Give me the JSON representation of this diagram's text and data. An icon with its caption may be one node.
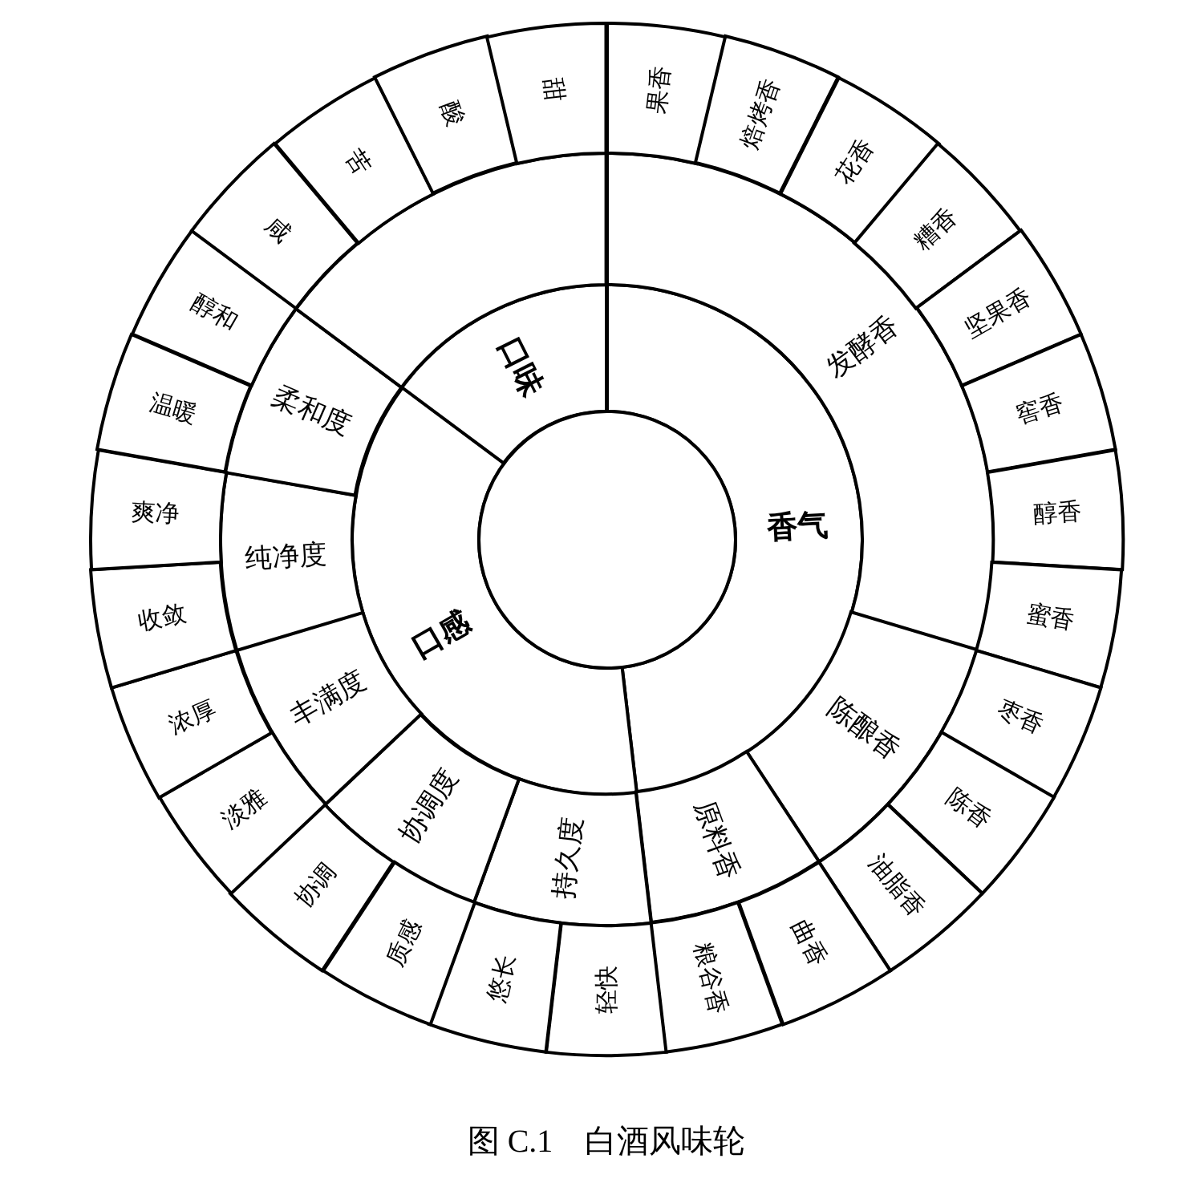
{
  "diagram": {
    "caption": "图 C.1　白酒风味轮",
    "nodes": [
      {
        "text": [],
        "shape": "circle"
      },
      {
        "text": [
          "香气"
        ]
      },
      {
        "text": [
          "口感"
        ]
      },
      {
        "text": [
          "口味"
        ]
      },
      {
        "text": [
          "发酵香"
        ]
      },
      {
        "text": [
          "陈酿香"
        ]
      },
      {
        "text": [
          "原料香"
        ]
      },
      {
        "text": [
          "持久度"
        ]
      },
      {
        "text": [
          "协调度"
        ]
      },
      {
        "text": [
          "丰满度"
        ]
      },
      {
        "text": [
          "纯净度"
        ]
      },
      {
        "text": [
          "柔和度"
        ]
      },
      {
        "text": [],
        "shape": "sector"
      },
      {
        "text": [
          "果香"
        ]
      },
      {
        "text": [
          "焙烤香"
        ]
      },
      {
        "text": [
          "花香"
        ]
      },
      {
        "text": [
          "糟香"
        ]
      },
      {
        "text": [
          "坚果香"
        ]
      },
      {
        "text": [
          "窖香"
        ]
      },
      {
        "text": [
          "醇香"
        ]
      },
      {
        "text": [
          "蜜香"
        ]
      },
      {
        "text": [
          "枣香"
        ]
      },
      {
        "text": [
          "陈香"
        ]
      },
      {
        "text": [
          "油脂香"
        ]
      },
      {
        "text": [
          "曲香"
        ]
      },
      {
        "text": [
          "粮谷香"
        ]
      },
      {
        "text": [
          "轻快"
        ]
      },
      {
        "text": [
          "悠长"
        ]
      },
      {
        "text": [
          "质感"
        ]
      },
      {
        "text": [
          "协调"
        ]
      },
      {
        "text": [
          "淡雅"
        ]
      },
      {
        "text": [
          "浓厚"
        ]
      },
      {
        "text": [
          "收敛"
        ]
      },
      {
        "text": [
          "爽净"
        ]
      },
      {
        "text": [
          "温暖"
        ]
      },
      {
        "text": [
          "醇和"
        ]
      },
      {
        "text": [
          "咸"
        ]
      },
      {
        "text": [
          "苦"
        ]
      },
      {
        "text": [
          "酸"
        ]
      },
      {
        "text": [
          "甜"
        ]
      }
    ]
  }
}
